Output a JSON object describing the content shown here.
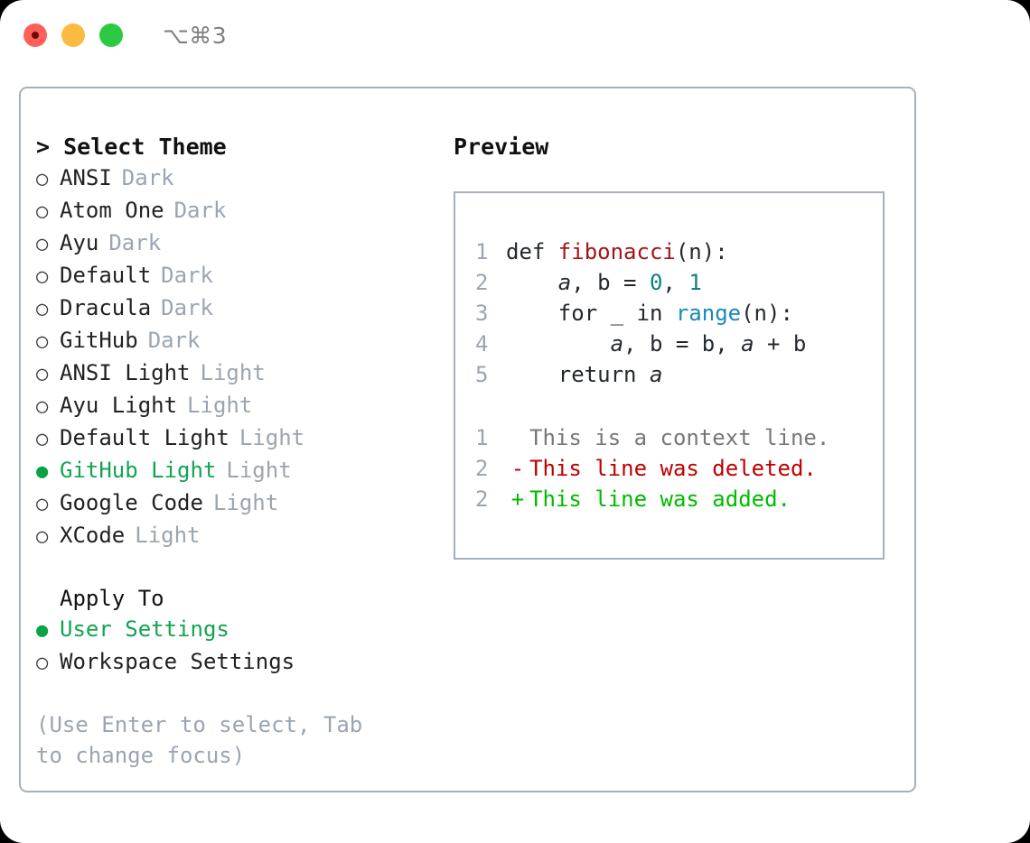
{
  "titlebar": {
    "shortcut": "⌥⌘3",
    "buttons": [
      "close",
      "minimize",
      "maximize"
    ]
  },
  "colors": {
    "accent_green": "#13a453",
    "bullet_green": "#0aa344",
    "muted": "#9aa5b1",
    "border": "#a6b0bb",
    "fn_red": "#a31515",
    "builtin_blue": "#1b88b8",
    "number_teal": "#0f7f7f",
    "diff_del": "#c00000",
    "diff_add": "#00bb00"
  },
  "theme_list": {
    "heading": "> Select Theme",
    "items": [
      {
        "bullet": "○",
        "label": "ANSI",
        "tag": "Dark",
        "selected": false
      },
      {
        "bullet": "○",
        "label": "Atom One",
        "tag": "Dark",
        "selected": false
      },
      {
        "bullet": "○",
        "label": "Ayu",
        "tag": "Dark",
        "selected": false
      },
      {
        "bullet": "○",
        "label": "Default",
        "tag": "Dark",
        "selected": false
      },
      {
        "bullet": "○",
        "label": "Dracula",
        "tag": "Dark",
        "selected": false
      },
      {
        "bullet": "○",
        "label": "GitHub",
        "tag": "Dark",
        "selected": false
      },
      {
        "bullet": "○",
        "label": "ANSI Light",
        "tag": "Light",
        "selected": false
      },
      {
        "bullet": "○",
        "label": "Ayu Light",
        "tag": "Light",
        "selected": false
      },
      {
        "bullet": "○",
        "label": "Default Light",
        "tag": "Light",
        "selected": false
      },
      {
        "bullet": "●",
        "label": "GitHub Light",
        "tag": "Light",
        "selected": true
      },
      {
        "bullet": "○",
        "label": "Google Code",
        "tag": "Light",
        "selected": false
      },
      {
        "bullet": "○",
        "label": "XCode",
        "tag": "Light",
        "selected": false
      }
    ]
  },
  "apply_to": {
    "heading": "Apply To",
    "items": [
      {
        "bullet": "●",
        "label": "User Settings",
        "selected": true
      },
      {
        "bullet": "○",
        "label": "Workspace Settings",
        "selected": false
      }
    ]
  },
  "hint": "(Use Enter to select, Tab to change focus)",
  "preview": {
    "title": "Preview",
    "code_lines": [
      {
        "number": "1",
        "segments": [
          {
            "text": "def ",
            "style": "plain"
          },
          {
            "text": "fibonacci",
            "style": "fn"
          },
          {
            "text": "(n):",
            "style": "plain"
          }
        ]
      },
      {
        "number": "2",
        "segments": [
          {
            "text": "    ",
            "style": "plain"
          },
          {
            "text": "a",
            "style": "var"
          },
          {
            "text": ", b = ",
            "style": "plain"
          },
          {
            "text": "0",
            "style": "num"
          },
          {
            "text": ", ",
            "style": "plain"
          },
          {
            "text": "1",
            "style": "num"
          }
        ]
      },
      {
        "number": "3",
        "segments": [
          {
            "text": "    for _ in ",
            "style": "plain"
          },
          {
            "text": "range",
            "style": "builtin"
          },
          {
            "text": "(n):",
            "style": "plain"
          }
        ]
      },
      {
        "number": "4",
        "segments": [
          {
            "text": "        ",
            "style": "plain"
          },
          {
            "text": "a",
            "style": "var"
          },
          {
            "text": ", b = b, ",
            "style": "plain"
          },
          {
            "text": "a",
            "style": "var"
          },
          {
            "text": " + b",
            "style": "plain"
          }
        ]
      },
      {
        "number": "5",
        "segments": [
          {
            "text": "    return ",
            "style": "plain"
          },
          {
            "text": "a",
            "style": "var"
          }
        ]
      }
    ],
    "diff_lines": [
      {
        "number": "1",
        "mark": " ",
        "text": "This is a context line.",
        "kind": "context"
      },
      {
        "number": "2",
        "mark": "-",
        "text": "This line was deleted.",
        "kind": "del"
      },
      {
        "number": "2",
        "mark": "+",
        "text": "This line was added.",
        "kind": "add"
      }
    ]
  }
}
